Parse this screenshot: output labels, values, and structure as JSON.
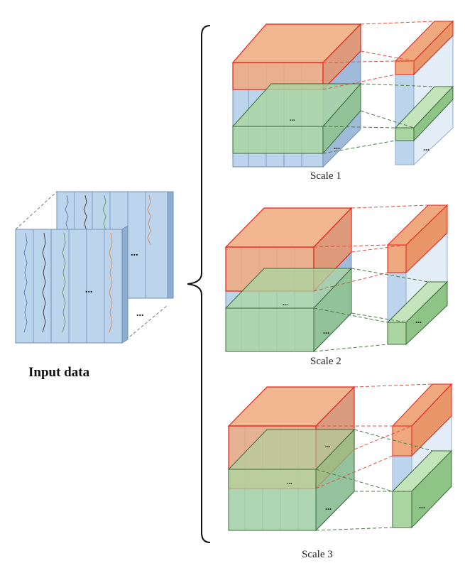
{
  "input_label": "Input data",
  "scales": [
    {
      "label": "Scale 1"
    },
    {
      "label": "Scale 2"
    },
    {
      "label": "Scale 3"
    }
  ],
  "ellipsis": "...",
  "colors": {
    "blue_fill": "#bcd5ec",
    "blue_stroke": "#6f8fb2",
    "red_fill": "#f0a97e",
    "red_stroke": "#e8201a",
    "green_fill": "#a9d6a0",
    "green_stroke": "#3e6b3a",
    "dashed_red": "#e45040",
    "dashed_green": "#4d7d47",
    "dashed_gray": "#777777"
  }
}
